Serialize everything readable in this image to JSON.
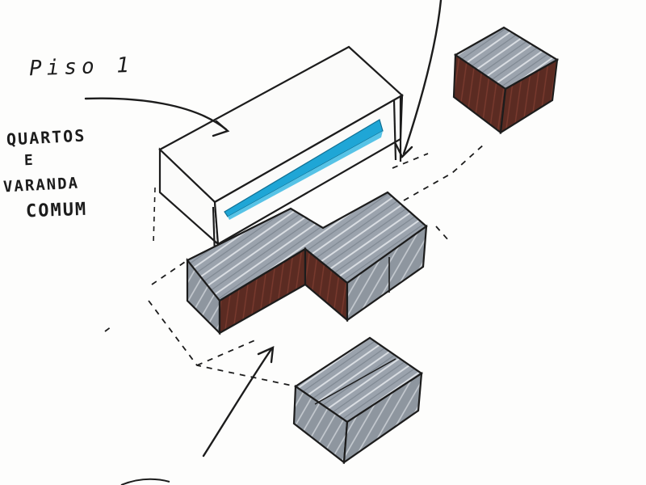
{
  "labels": {
    "floor": "Piso 1",
    "rooms": "QUARTOS",
    "and": "E",
    "balcony": "VARANDA",
    "common": "COMUM"
  },
  "colors": {
    "ink": "#1c1c1c",
    "roof_grey": "#9ba3ad",
    "roof_grey_dark": "#8a929c",
    "wall_brown": "#5b2b22",
    "window_blue": "#1fa6d6",
    "paper": "#fdfdfc"
  }
}
